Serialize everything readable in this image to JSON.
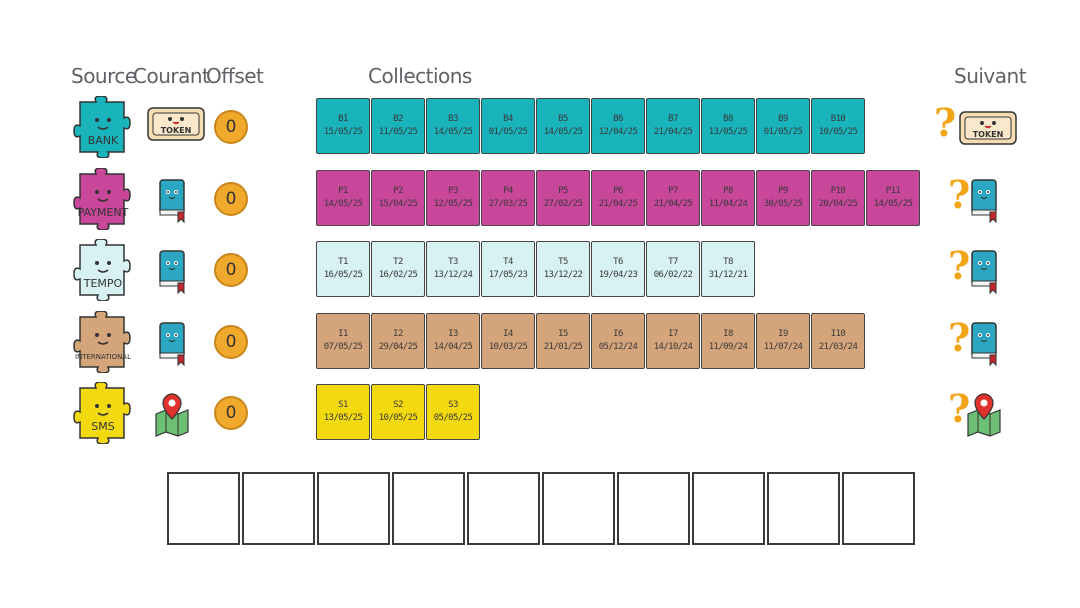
{
  "headers": {
    "source": "Source",
    "courant": "Courant",
    "offset": "Offset",
    "collections": "Collections",
    "suivant": "Suivant"
  },
  "colors": {
    "bank": "#19b3bb",
    "payment": "#c8479a",
    "tempo": "#d8f1f3",
    "international": "#d4a47b",
    "sms": "#f3d90f"
  },
  "rows": [
    {
      "name": "BANK",
      "color_key": "bank",
      "current": "token",
      "offset": "0",
      "cards": [
        [
          "B1",
          "15/05/25"
        ],
        [
          "B2",
          "11/05/25"
        ],
        [
          "B3",
          "14/05/25"
        ],
        [
          "B4",
          "01/05/25"
        ],
        [
          "B5",
          "14/05/25"
        ],
        [
          "B6",
          "12/04/25"
        ],
        [
          "B7",
          "21/04/25"
        ],
        [
          "B8",
          "13/05/25"
        ],
        [
          "B9",
          "01/05/25"
        ],
        [
          "B10",
          "10/05/25"
        ]
      ],
      "next": "token"
    },
    {
      "name": "PAYMENT",
      "color_key": "payment",
      "current": "book",
      "offset": "0",
      "cards": [
        [
          "P1",
          "14/05/25"
        ],
        [
          "P2",
          "15/04/25"
        ],
        [
          "P3",
          "12/05/25"
        ],
        [
          "P4",
          "27/03/25"
        ],
        [
          "P5",
          "27/02/25"
        ],
        [
          "P6",
          "21/04/25"
        ],
        [
          "P7",
          "21/04/25"
        ],
        [
          "P8",
          "11/04/24"
        ],
        [
          "P9",
          "30/05/25"
        ],
        [
          "P10",
          "20/04/25"
        ],
        [
          "P11",
          "14/05/25"
        ]
      ],
      "next": "book"
    },
    {
      "name": "TEMPO",
      "color_key": "tempo",
      "current": "book",
      "offset": "0",
      "cards": [
        [
          "T1",
          "16/05/25"
        ],
        [
          "T2",
          "16/02/25"
        ],
        [
          "T3",
          "13/12/24"
        ],
        [
          "T4",
          "17/05/23"
        ],
        [
          "T5",
          "13/12/22"
        ],
        [
          "T6",
          "19/04/23"
        ],
        [
          "T7",
          "06/02/22"
        ],
        [
          "T8",
          "31/12/21"
        ]
      ],
      "next": "book"
    },
    {
      "name": "INTERNATIONAL",
      "color_key": "international",
      "current": "book",
      "offset": "0",
      "cards": [
        [
          "I1",
          "07/05/25"
        ],
        [
          "I2",
          "29/04/25"
        ],
        [
          "I3",
          "14/04/25"
        ],
        [
          "I4",
          "10/03/25"
        ],
        [
          "I5",
          "21/01/25"
        ],
        [
          "I6",
          "05/12/24"
        ],
        [
          "I7",
          "14/10/24"
        ],
        [
          "I8",
          "11/09/24"
        ],
        [
          "I9",
          "11/07/24"
        ],
        [
          "I10",
          "21/03/24"
        ]
      ],
      "next": "book"
    },
    {
      "name": "SMS",
      "color_key": "sms",
      "current": "map",
      "offset": "0",
      "cards": [
        [
          "S1",
          "13/05/25"
        ],
        [
          "S2",
          "10/05/25"
        ],
        [
          "S3",
          "05/05/25"
        ]
      ],
      "next": "map"
    }
  ],
  "token_text": "TOKEN",
  "question_mark": "?",
  "empty_slots": 10
}
